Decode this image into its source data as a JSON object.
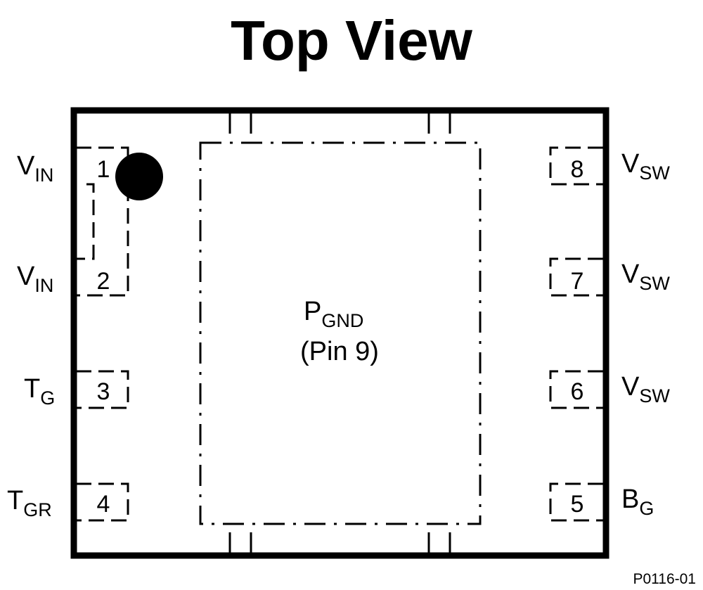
{
  "title": "Top View",
  "figure_id": "P0116-01",
  "center": {
    "name": "P",
    "name_sub": "GND",
    "pin": "(Pin 9)"
  },
  "left_pins": [
    {
      "num": "1",
      "name": "V",
      "sub": "IN"
    },
    {
      "num": "2",
      "name": "V",
      "sub": "IN"
    },
    {
      "num": "3",
      "name": "T",
      "sub": "G"
    },
    {
      "num": "4",
      "name": "T",
      "sub": "GR"
    }
  ],
  "right_pins": [
    {
      "num": "8",
      "name": "V",
      "sub": "SW"
    },
    {
      "num": "7",
      "name": "V",
      "sub": "SW"
    },
    {
      "num": "6",
      "name": "V",
      "sub": "SW"
    },
    {
      "num": "5",
      "name": "B",
      "sub": "G"
    }
  ]
}
